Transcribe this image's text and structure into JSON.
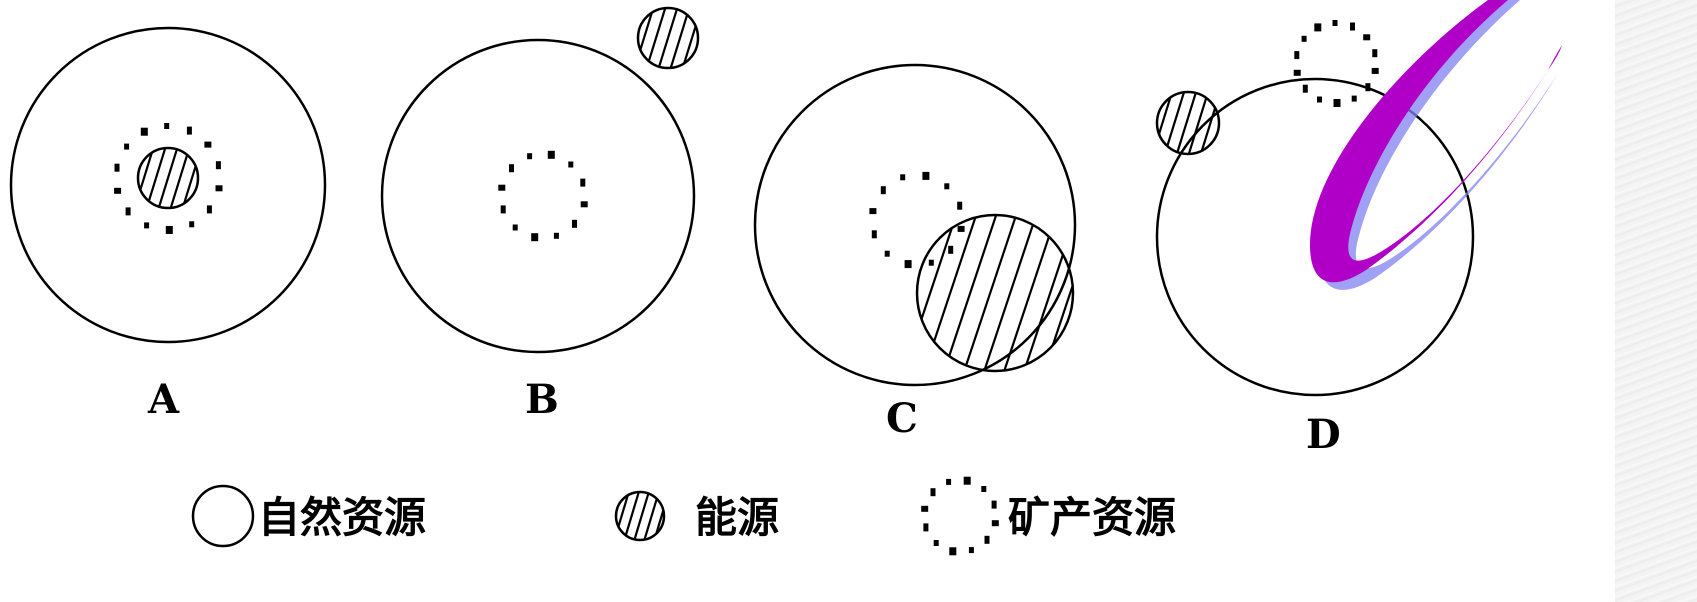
{
  "banner": {
    "partial_text": "",
    "color": "#1a1aff"
  },
  "panels": [
    {
      "label": "A"
    },
    {
      "label": "B"
    },
    {
      "label": "C"
    },
    {
      "label": "D"
    }
  ],
  "legend": {
    "natural_resources": "自然资源",
    "energy": "能源",
    "mineral_resources": "矿产资源"
  },
  "colors": {
    "outline": "#000000",
    "swoosh_purple": "#b000c8",
    "swoosh_shadow": "#8080f0",
    "background": "#ffffff"
  },
  "icons": [
    "natural-resource-circle-icon",
    "energy-hatched-circle-icon",
    "mineral-dotted-circle-icon",
    "decorative-swoosh-icon"
  ]
}
